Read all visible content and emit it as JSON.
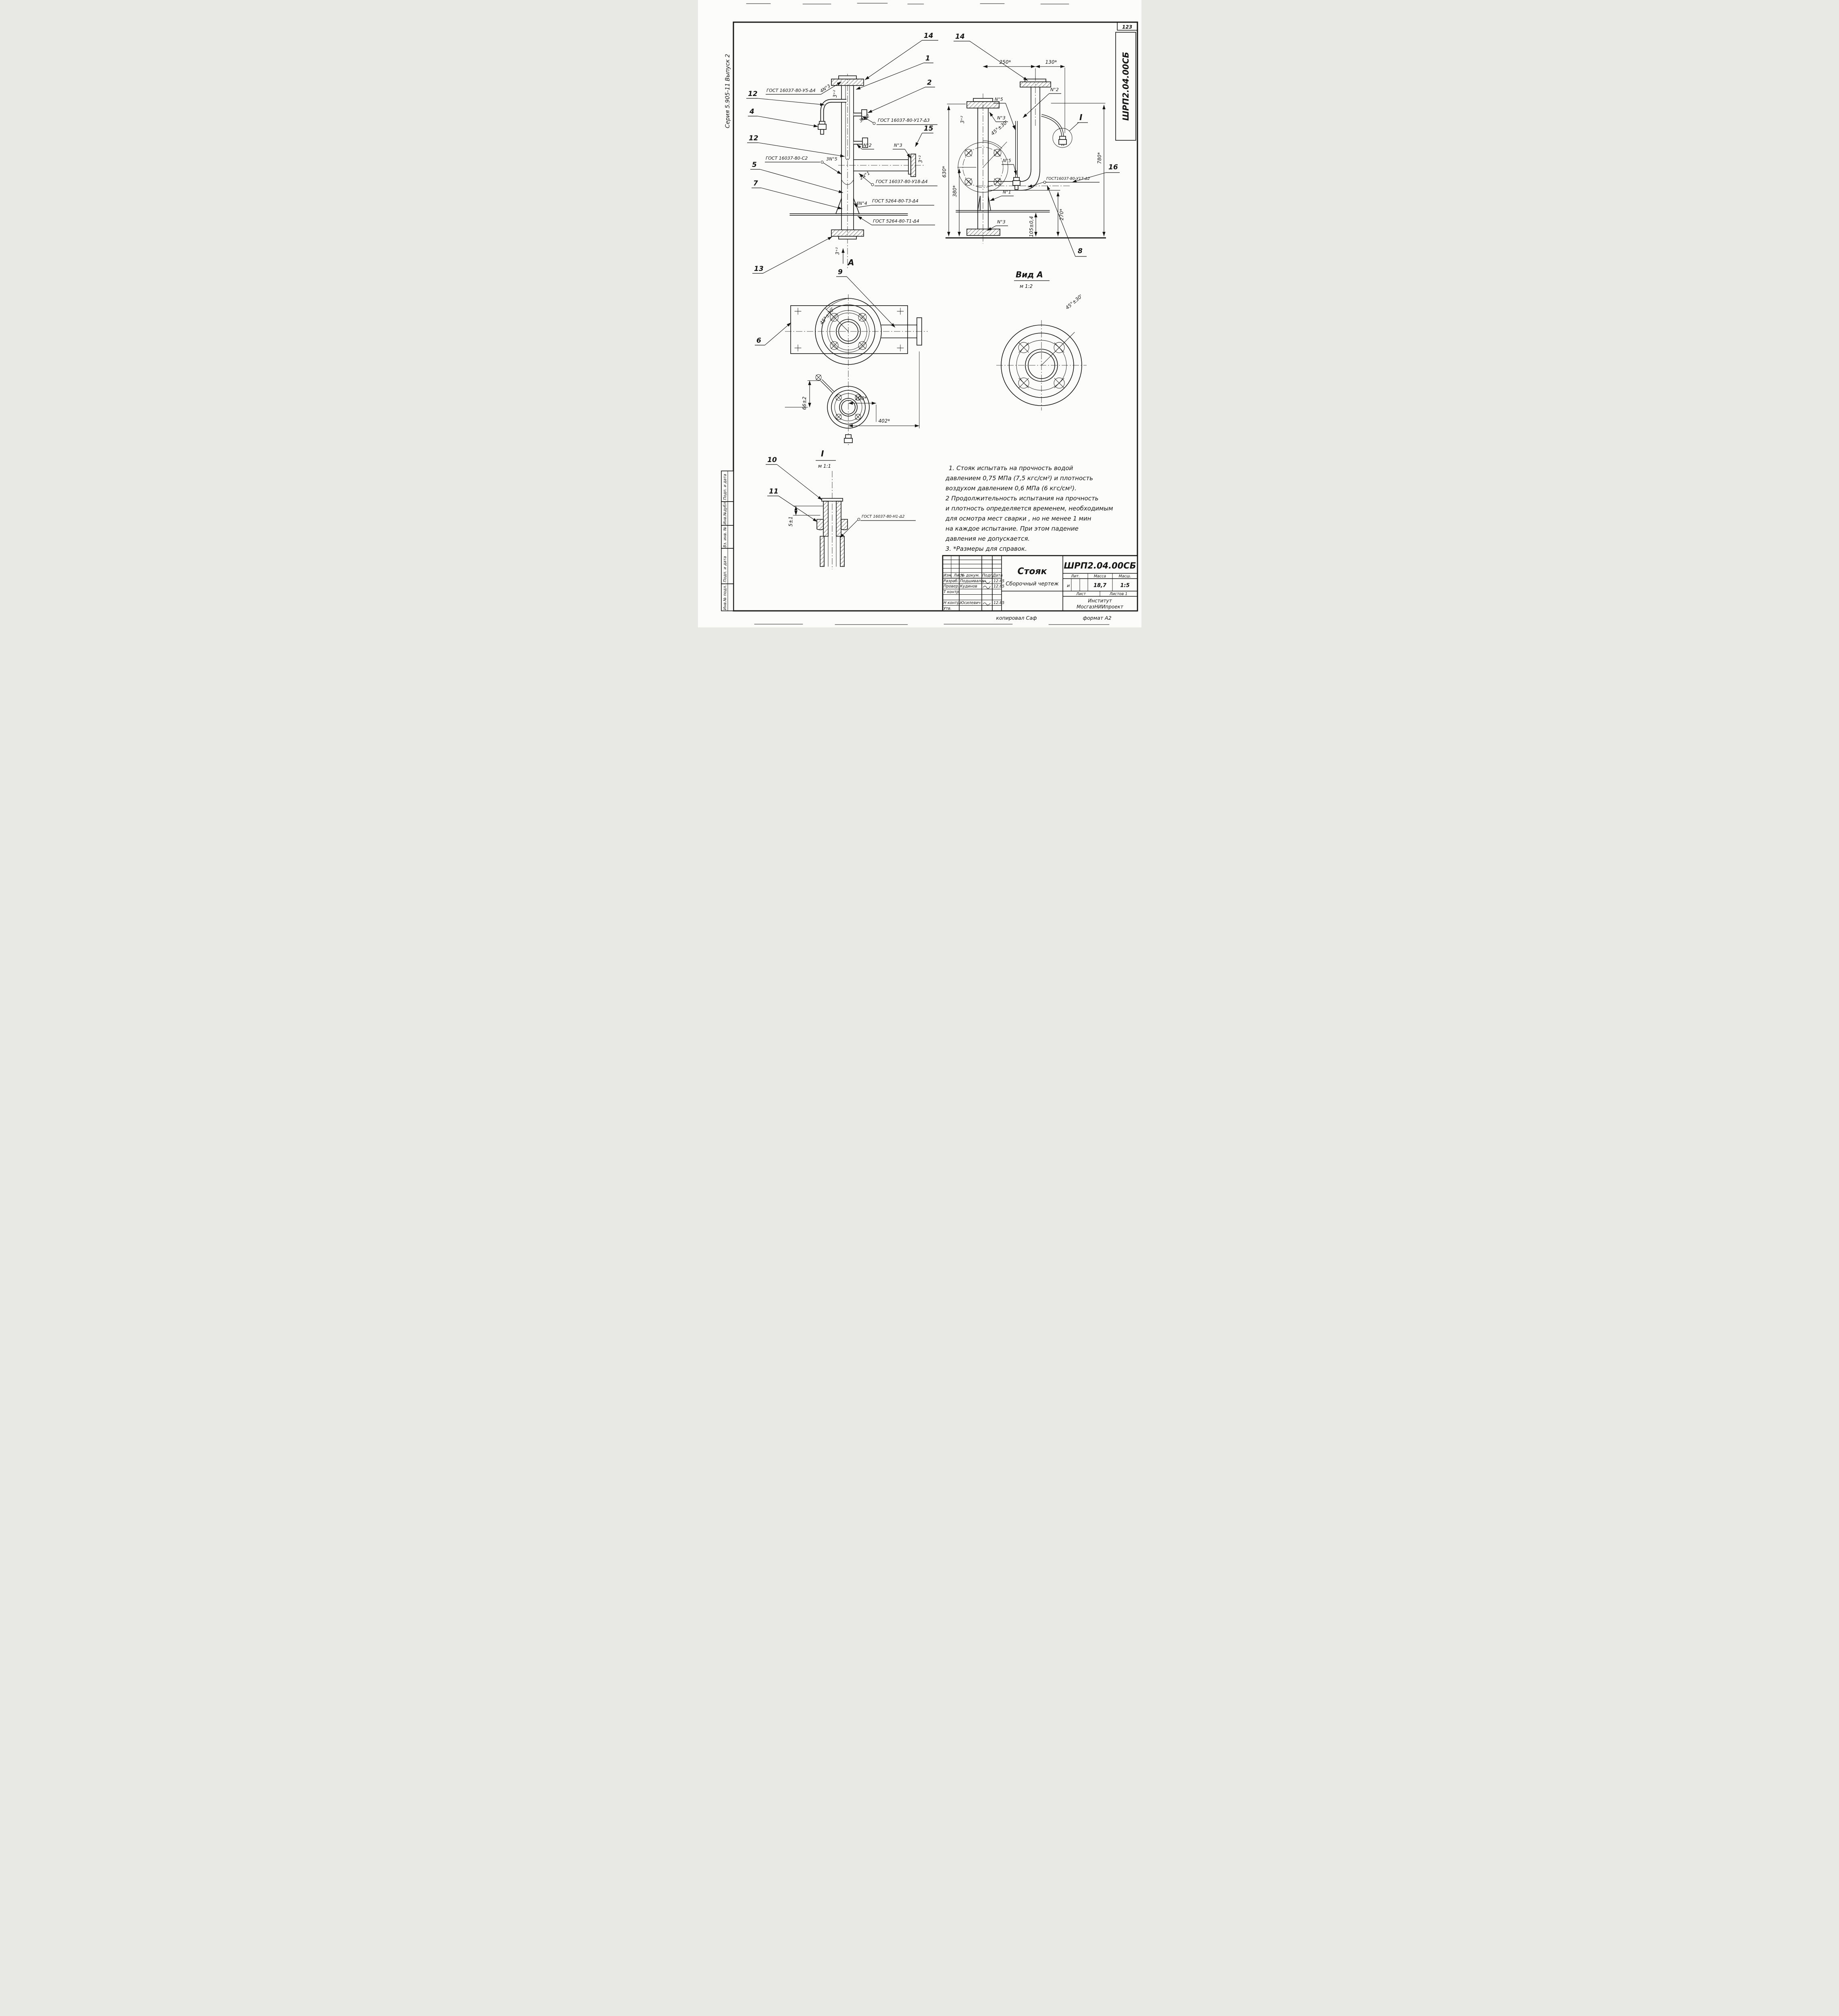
{
  "page": {
    "number": "123",
    "side_code": "ШРП2.04.00СБ",
    "series_label": "Серия 5.905-11      Выпуск 2"
  },
  "margin": {
    "cells": [
      "Подп. и дата",
      "Инв.№дубл.",
      "Вз. инв. №",
      "Подп. и дата",
      "Инв.№ подл."
    ]
  },
  "labels": {
    "p14a": "14",
    "p14b": "14",
    "p1": "1",
    "p2": "2",
    "p12a": "12",
    "p4": "4",
    "p12b": "12",
    "p5": "5",
    "p7": "7",
    "p13": "13",
    "p15": "15",
    "p9": "9",
    "p6": "6",
    "p8": "8",
    "p10": "10",
    "p11": "11",
    "p16": "16",
    "gost_u5": "ГОСТ 16037-80-У5-Δ4",
    "gost_u17_3": "ГОСТ 16037-80-У17-Δ3",
    "gost_c2": "ГОСТ 16037-80-С2",
    "gost_u18": "ГОСТ 16037-80-У18-Δ4",
    "gost_t3": "ГОСТ 5264-80-Т3-Δ4",
    "gost_t1": "ГОСТ 5264-80-Т1-Δ4",
    "gost_u17_2": "ГОСТ16037-80-У17-Δ2",
    "gost_n1": "ГОСТ 16037-80-Н1-Δ2",
    "w4n3": "4N°3",
    "w3n2": "3N°2",
    "wn2": "N°2",
    "wn3": "N°3",
    "w3n5": "3N°5",
    "w2n1": "2N°1",
    "w4n4": "4N°4",
    "rn5a": "N°5",
    "rn2": "N°2",
    "rn3a": "N°3",
    "rn5b": "N°5",
    "rn1": "N°1",
    "rn3b": "N°3",
    "d3p2a": "3⁺²",
    "d3p2b": "3⁺²",
    "d3p2c": "3⁺²",
    "d3p2d": "3⁺²",
    "d250": "250*",
    "d130": "130*",
    "d780": "780*",
    "d630": "630*",
    "d380": "380*",
    "d270": "270*",
    "d105": "105±0,4",
    "d100": "100*",
    "d66": "66±2",
    "d402": "402*",
    "d5": "5±1",
    "a45a": "45°±30'",
    "a45b": "45°±30'",
    "a45c": "45°±30'",
    "secA": "А",
    "vidA": "Вид А",
    "m12": "м 1:2",
    "romI": "I",
    "m11": "м 1:1"
  },
  "notes": {
    "lines": [
      "1. Стояк  испытать  на  прочность  водой",
      "давлением  0,75 МПа (7,5 кгс/см²) и  плотность",
      "воздухом  давлением  0,6 МПа (6 кгс/см²).",
      "2  Продолжительность  испытания  на  прочность",
      "и  плотность  определяется  временем, необходимым",
      "для  осмотра  мест  сварки , но  не  менее  1 мин",
      "на  каждое  испытание.  При  этом  падение",
      "давления   не  допускается.",
      "3. *Размеры  для  справок."
    ]
  },
  "titleblock": {
    "code": "ШРП2.04.00СБ",
    "cols": {
      "izm": "Изм. Лист",
      "doc": "№ докум.",
      "podp": "Подп.",
      "data": "Дата"
    },
    "rows": [
      {
        "role": "Разраб.",
        "name": "Подшивалин",
        "date": "12.85"
      },
      {
        "role": "Провер.",
        "name": "Кудинов",
        "date": "12.85"
      },
      {
        "role": "Т контр.",
        "name": "",
        "date": ""
      },
      {
        "role": "Н контр.",
        "name": "Юсилевич",
        "date": "12.85"
      },
      {
        "role": "Утв.",
        "name": "",
        "date": ""
      }
    ],
    "title": "Стояк",
    "subtitle": "Сборочный чертеж",
    "lit_label": "Лит.",
    "lit": "и",
    "mass_label": "Масса",
    "mass": "18,7",
    "scale_label": "Масш.",
    "scale": "1:5",
    "sheet_label": "Лист",
    "sheets_label": "Листов 1",
    "org_line1": "Институт",
    "org_line2": "МосгазНИИпроект",
    "copied": "копировал Саф",
    "format": "формат А2"
  }
}
